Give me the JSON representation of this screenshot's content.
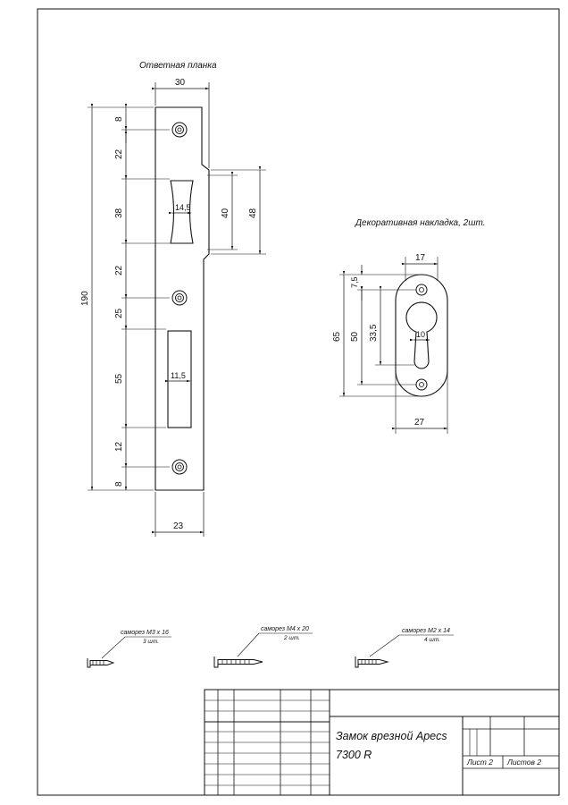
{
  "strike_plate": {
    "title": "Ответная планка",
    "dims": {
      "top_width": "30",
      "bottom_width": "23",
      "overall_height": "190",
      "seg_8_top": "8",
      "seg_22_a": "22",
      "seg_38": "38",
      "seg_22_b": "22",
      "seg_25": "25",
      "seg_55": "55",
      "seg_12": "12",
      "seg_8_bottom": "8",
      "latch_width": "14,5",
      "bolt_width": "11,5",
      "lip_inner": "40",
      "lip_outer": "48"
    }
  },
  "escutcheon": {
    "title": "Декоративная накладка, 2шт.",
    "dims": {
      "top_width": "17",
      "bottom_width": "27",
      "height_65": "65",
      "height_50": "50",
      "height_33_5": "33,5",
      "top_offset": "7,5",
      "cylinder_width": "10"
    }
  },
  "screws": [
    {
      "label": "саморез М3 х 16",
      "qty": "3 шт."
    },
    {
      "label": "саморез М4 х 20",
      "qty": "2 шт."
    },
    {
      "label": "саморез М2 х 14",
      "qty": "4 шт."
    }
  ],
  "title_block": {
    "name_line1": "Замок врезной Apecs",
    "name_line2": "7300 R",
    "sheet_label": "Лист 2",
    "sheets_label": "Листов 2"
  }
}
